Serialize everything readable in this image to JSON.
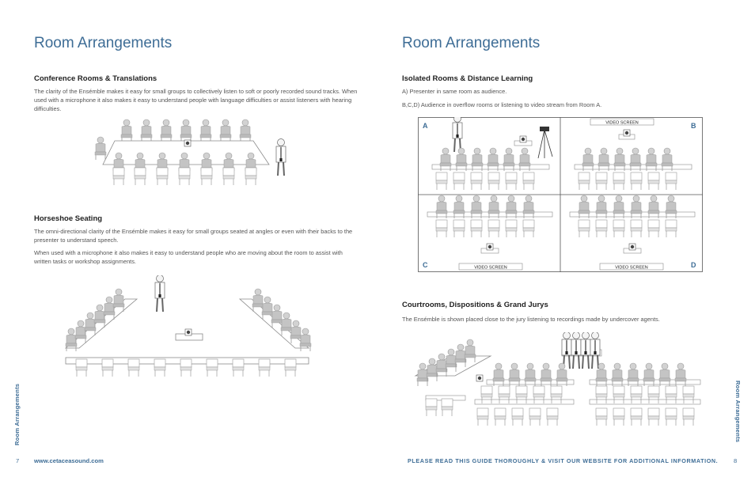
{
  "left": {
    "title": "Room Arrangements",
    "conference": {
      "heading": "Conference Rooms & Translations",
      "body": "The clarity of the Ensémble makes it easy for small groups to collectively listen to soft or poorly recorded sound tracks. When used with a microphone it also makes it easy to understand people with language difficulties or assist listeners with hearing difficulties."
    },
    "horseshoe": {
      "heading": "Horseshoe Seating",
      "body1": "The omni-directional clarity of the Ensémble makes it easy for small groups seated at angles or even with their backs to the presenter to understand speech.",
      "body2": "When used with a microphone it also makes it easy to understand people who are moving about the room to assist with written tasks or workshop assignments."
    },
    "side_label": "Room Arrangements",
    "page_number": "7",
    "website": "www.cetaceasound.com"
  },
  "right": {
    "title": "Room Arrangements",
    "isolated": {
      "heading": "Isolated Rooms & Distance Learning",
      "line1": "A) Presenter in same room as audience.",
      "line2": "B,C,D) Audience in overflow rooms or listening to video stream from Room A."
    },
    "grid": {
      "label_a": "A",
      "label_b": "B",
      "label_c": "C",
      "label_d": "D",
      "screen_b": "VIDEO SCREEN",
      "screen_c": "VIDEO SCREEN",
      "screen_d": "VIDEO SCREEN"
    },
    "courtrooms": {
      "heading": "Courtrooms, Dispositions & Grand Jurys",
      "body": "The Ensémble is shown placed close to the jury listening to recordings made by undercover agents."
    },
    "side_label": "Room Arrangements",
    "page_number": "8",
    "footer_note": "PLEASE READ THIS GUIDE THOROUGHLY & VISIT OUR WEBSITE FOR ADDITIONAL INFORMATION."
  },
  "colors": {
    "title_blue": "#3e6d96",
    "figure_gray": "#c4c4c4",
    "outline_gray": "#8a8a8a"
  }
}
